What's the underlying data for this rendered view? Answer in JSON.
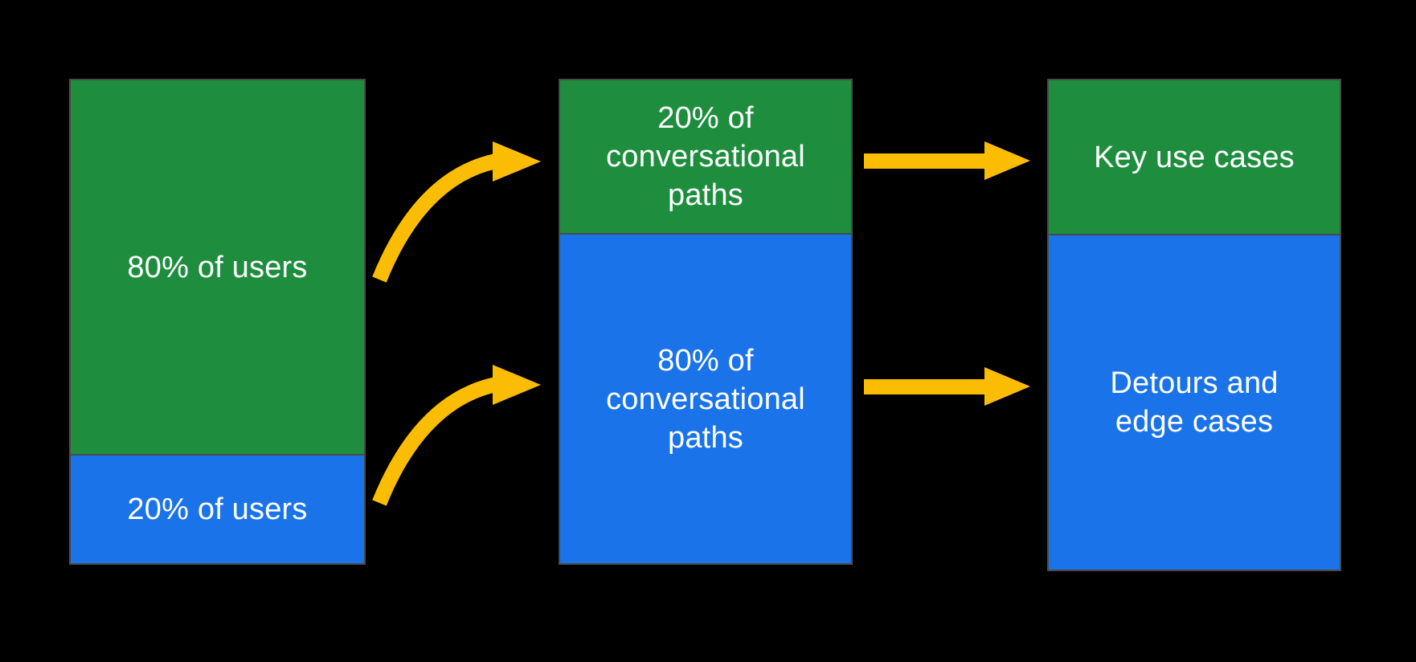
{
  "title": "Users to conversational paths to outcomes diagram",
  "colors": {
    "background": "#000000",
    "green": "#1E8E3E",
    "blue": "#1A73E8",
    "arrow": "#FBBC04",
    "border": "#4A4A4A",
    "text": "#FFFFFF"
  },
  "columns": [
    {
      "name": "users",
      "segments": [
        {
          "kind": "green",
          "label": "80% of users"
        },
        {
          "kind": "blue",
          "label": "20% of users"
        }
      ]
    },
    {
      "name": "conversational-paths",
      "segments": [
        {
          "kind": "green",
          "label": "20% of\nconversational\npaths"
        },
        {
          "kind": "blue",
          "label": "80% of\nconversational\npaths"
        }
      ]
    },
    {
      "name": "outcomes",
      "segments": [
        {
          "kind": "green",
          "label": "Key use cases"
        },
        {
          "kind": "blue",
          "label": "Detours and\nedge cases"
        }
      ]
    }
  ],
  "arrows": [
    {
      "name": "curved-arrow-users-to-paths-top",
      "style": "curved"
    },
    {
      "name": "curved-arrow-users-to-paths-bottom",
      "style": "curved"
    },
    {
      "name": "straight-arrow-paths-to-outcomes-top",
      "style": "straight"
    },
    {
      "name": "straight-arrow-paths-to-outcomes-bottom",
      "style": "straight"
    }
  ]
}
